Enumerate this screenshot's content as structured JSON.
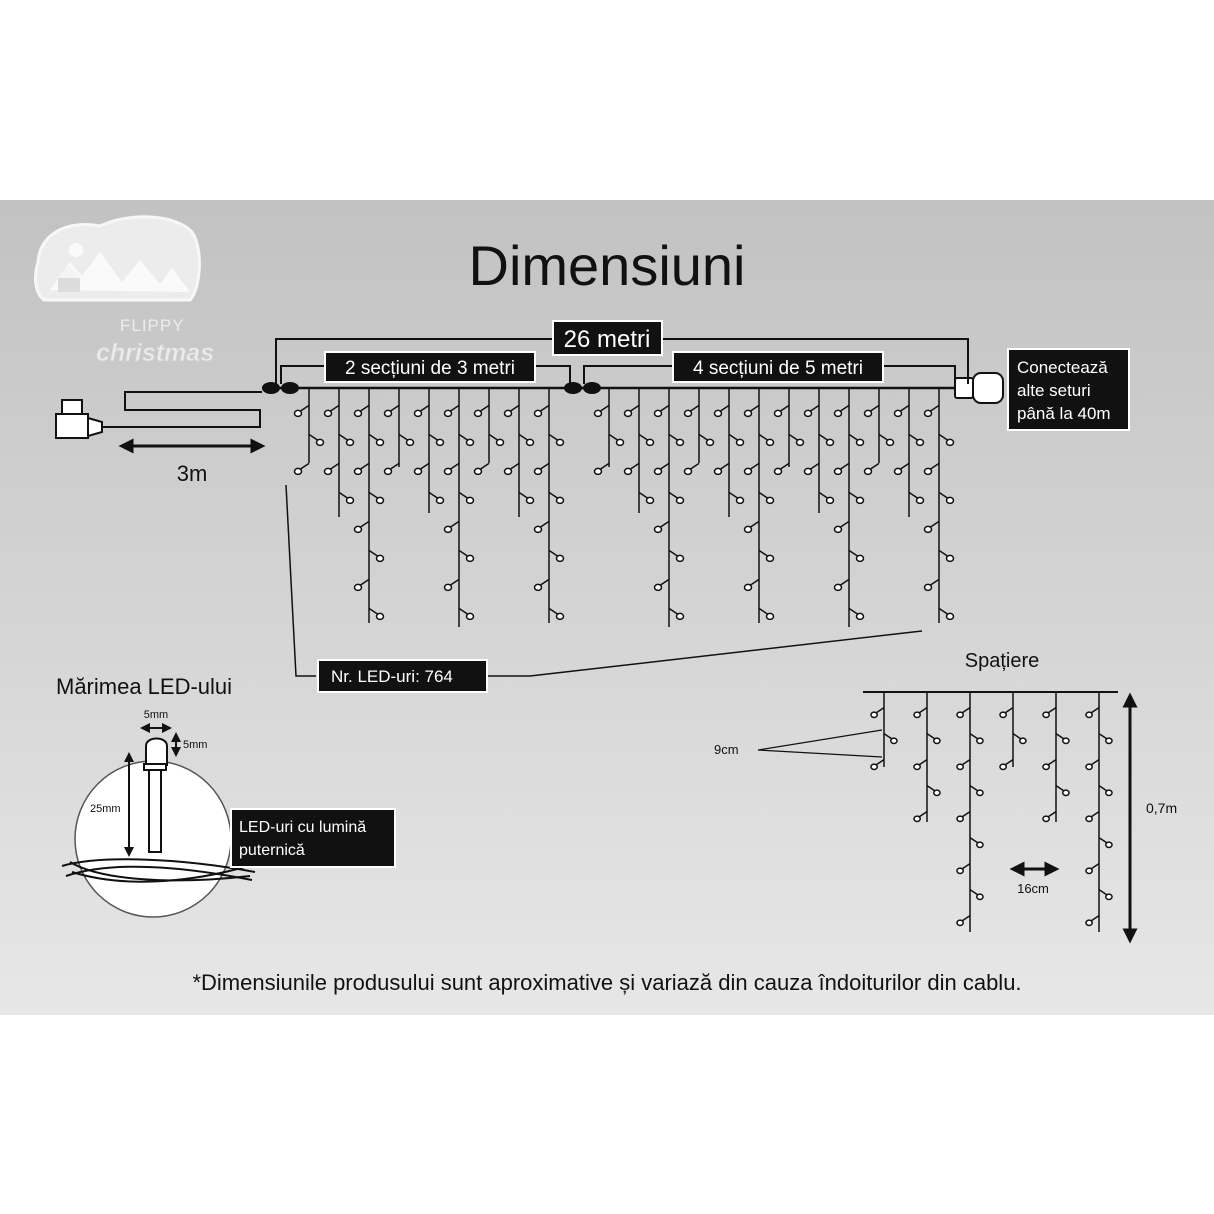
{
  "title": "Dimensiuni",
  "brand": {
    "line1": "FLIPPY",
    "line2": "christmas"
  },
  "total_length": "26 metri",
  "section_a": "2 secțiuni de 3 metri",
  "section_b": "4 secțiuni de 5 metri",
  "connect_note": [
    "Conectează",
    "alte seturi",
    "până la 40m"
  ],
  "lead_cable": "3m",
  "led_count": "Nr. LED-uri: 764",
  "led_size": {
    "heading": "Mărimea LED-ului",
    "width": "5mm",
    "cap": "5mm",
    "height": "25mm",
    "note": [
      "LED-uri cu lumină",
      "puternică"
    ]
  },
  "spacing": {
    "heading": "Spațiere",
    "vertical": "9cm",
    "horizontal": "16cm",
    "drop": "0,7m"
  },
  "footnote": "*Dimensiunile produsului sunt aproximative și variază din cauza îndoiturilor din cablu."
}
